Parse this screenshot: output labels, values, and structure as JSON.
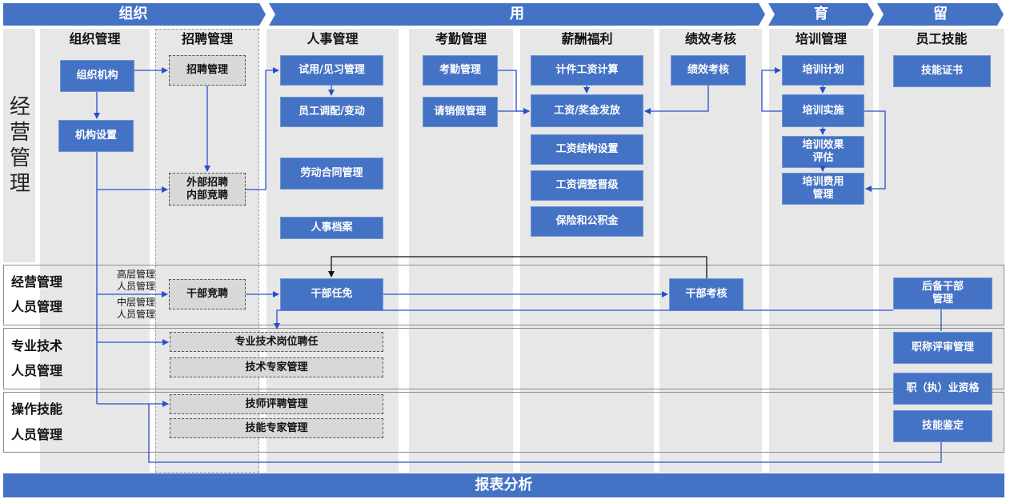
{
  "colors": {
    "accent": "#4472c4",
    "column_bg": "#e7e7e7",
    "gray_box": "#d8d8d8",
    "arrow_blue": "#2850c8"
  },
  "phases": {
    "zuzhi": "组织",
    "yong": "用",
    "yu": "育",
    "liu": "留"
  },
  "left_main_label": "经营管理",
  "modules": {
    "org": "组织管理",
    "recruit": "招聘管理",
    "hr": "人事管理",
    "attend": "考勤管理",
    "salary": "薪酬福利",
    "perf": "绩效考核",
    "train": "培训管理",
    "skill": "员工技能"
  },
  "boxes": {
    "org_structure": "组织机构",
    "org_setup": "机构设置",
    "recruit_mgmt": "招聘管理",
    "external_recruit": "外部招聘\n内部竞聘",
    "probation": "试用/见习管理",
    "transfer": "员工调配/变动",
    "labor_contract": "劳动合同管理",
    "personnel_file": "人事档案",
    "attendance": "考勤管理",
    "leave": "请销假管理",
    "piece_wage": "计件工资计算",
    "wage_pay": "工资/奖金发放",
    "wage_structure": "工资结构设置",
    "wage_adjust": "工资调整晋级",
    "insurance": "保险和公积金",
    "perf_eval": "绩效考核",
    "train_plan": "培训计划",
    "train_impl": "培训实施",
    "train_eval": "培训效果\n评估",
    "train_cost": "培训费用\n管理",
    "skill_cert": "技能证书",
    "cadre_compete": "干部竞聘",
    "cadre_appoint": "干部任免",
    "cadre_eval": "干部考核",
    "reserve_cadre": "后备干部\n管理",
    "pro_post": "专业技术岗位聘任",
    "tech_expert": "技术专家管理",
    "title_review": "职称评审管理",
    "qualification": "职（执）业资格",
    "technician": "技师评聘管理",
    "skill_expert": "技能专家管理",
    "skill_appraisal": "技能鉴定"
  },
  "rows": {
    "mgmt": {
      "line1": "经营管理",
      "line2": "人员管理",
      "note1": "高层管理\n人员管理",
      "note2": "中层管理\n人员管理"
    },
    "tech": {
      "line1": "专业技术",
      "line2": "人员管理"
    },
    "ops": {
      "line1": "操作技能",
      "line2": "人员管理"
    }
  },
  "footer": "报表分析"
}
